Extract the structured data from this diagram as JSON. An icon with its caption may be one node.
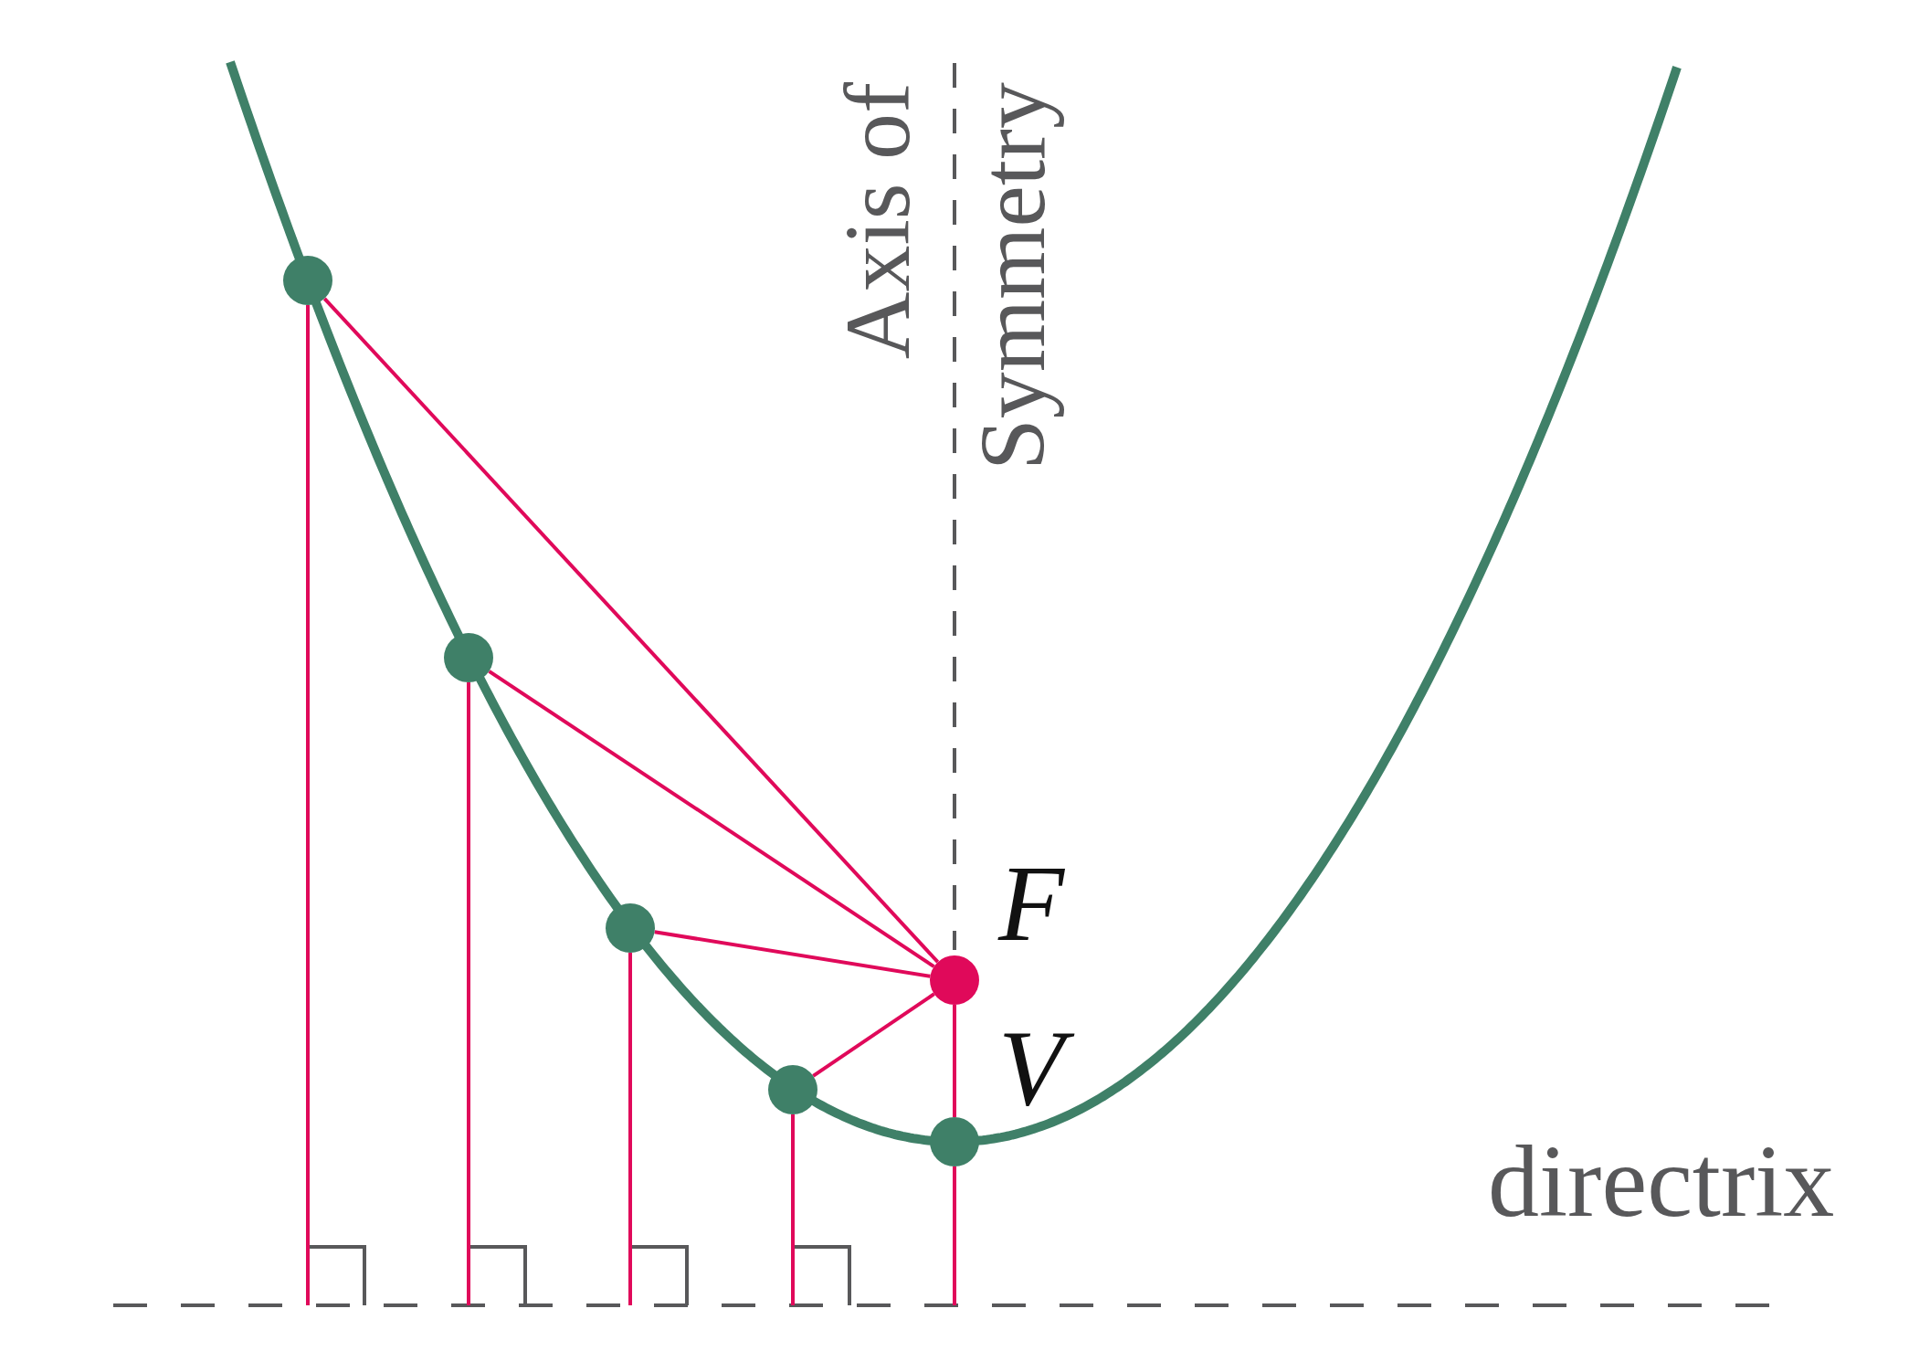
{
  "diagram": {
    "nodes": [
      {
        "text": [
          "Axis of Symmetry"
        ]
      },
      {
        "text": [],
        "shape": "circle"
      },
      {
        "text": [],
        "shape": "circle"
      },
      {
        "text": [],
        "shape": "circle"
      },
      {
        "text": [
          "F"
        ]
      },
      {
        "text": [],
        "shape": "circle"
      },
      {
        "text": [
          "V"
        ]
      },
      {
        "text": [
          "directrix"
        ]
      }
    ],
    "edges": [
      {
        "from": 1,
        "to": 4,
        "arrow": "none"
      },
      {
        "from": 2,
        "to": 4,
        "arrow": "none"
      },
      {
        "from": 3,
        "to": 4,
        "arrow": "none"
      },
      {
        "from": 5,
        "to": 4,
        "arrow": "none"
      },
      {
        "from": 1,
        "to": 7,
        "arrow": "none"
      },
      {
        "from": 2,
        "to": 7,
        "arrow": "none"
      },
      {
        "from": 3,
        "to": 7,
        "arrow": "none"
      },
      {
        "from": 5,
        "to": 7,
        "arrow": "none"
      },
      {
        "from": 4,
        "to": 6,
        "arrow": "none"
      },
      {
        "from": 6,
        "to": 7,
        "arrow": "none"
      }
    ]
  }
}
